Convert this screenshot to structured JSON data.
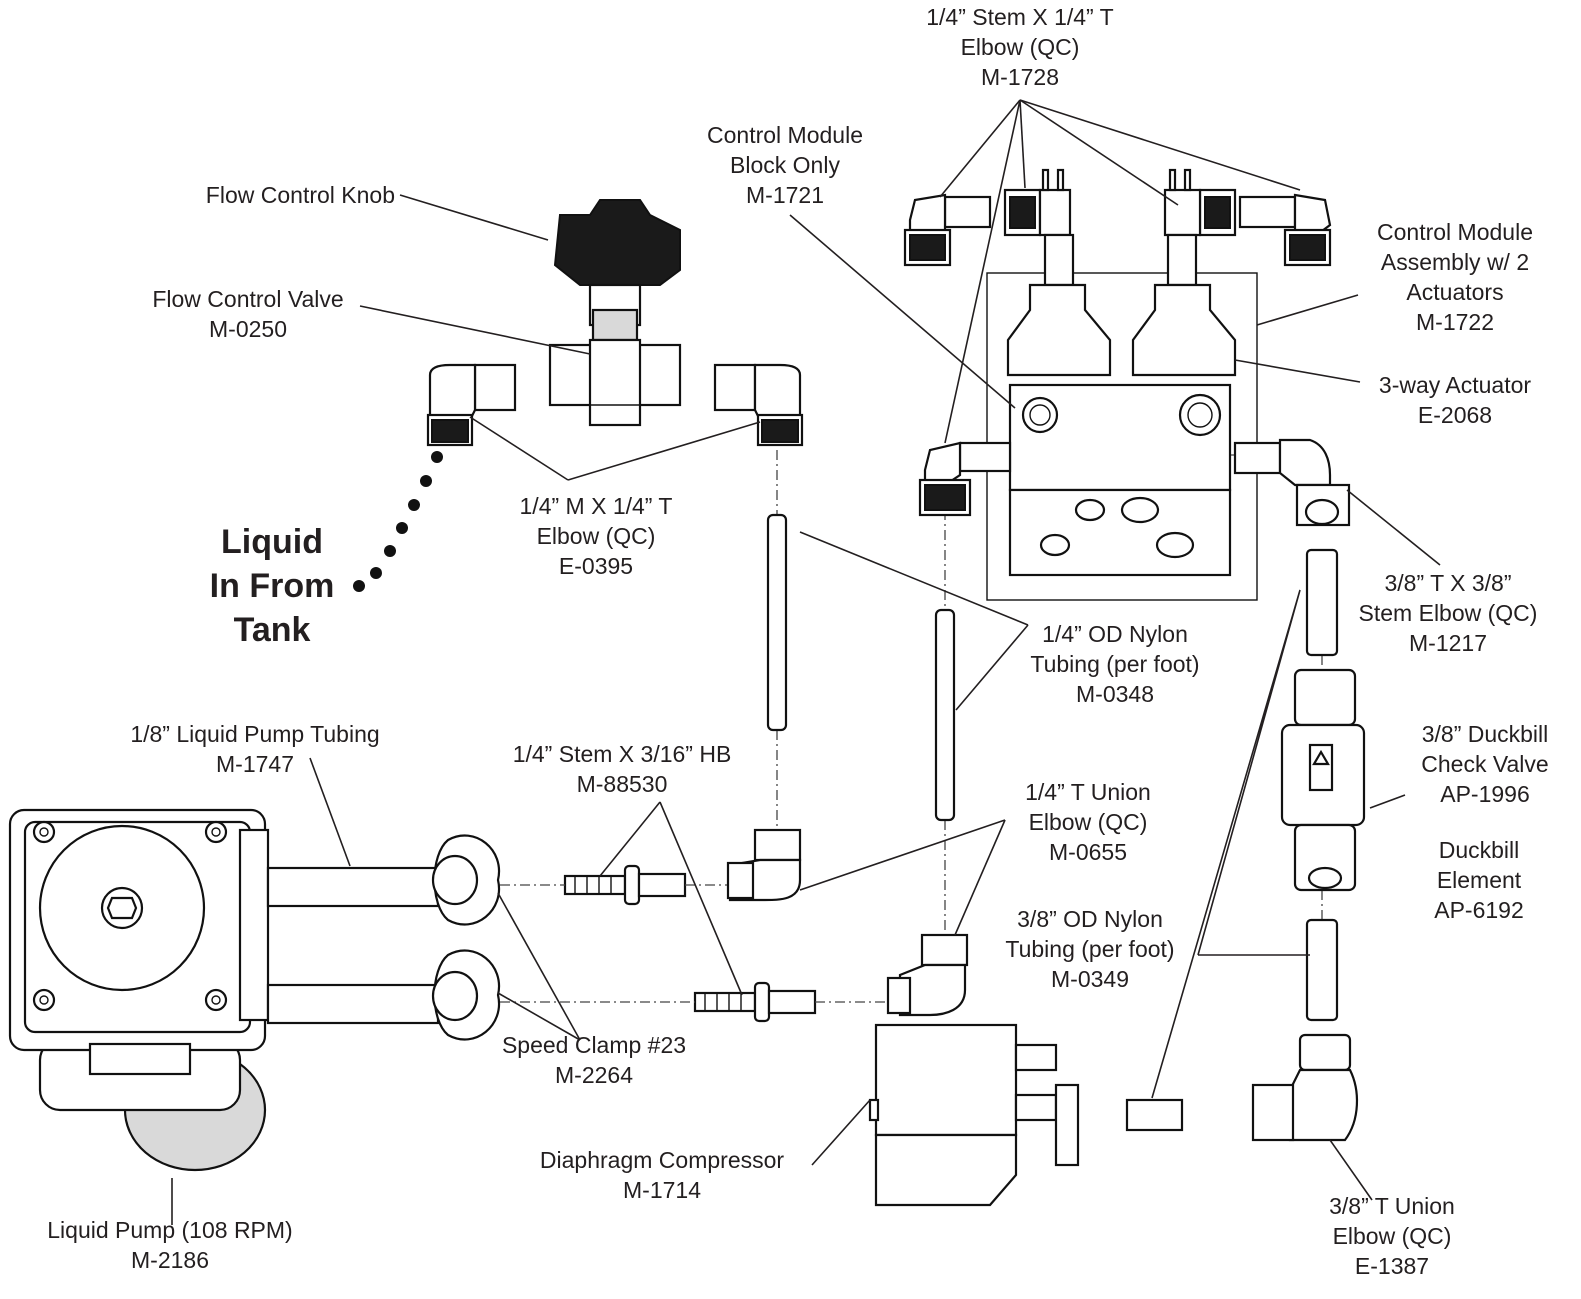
{
  "callouts": {
    "liquid_in": [
      "Liquid",
      "In From",
      "Tank"
    ],
    "stem_elbow_1728": [
      "1/4” Stem X 1/4” T",
      "Elbow (QC)",
      "M-1728"
    ],
    "control_block": [
      "Control Module",
      "Block Only",
      "M-1721"
    ],
    "flow_knob": [
      "Flow Control Knob"
    ],
    "flow_valve": [
      "Flow Control Valve",
      "M-0250"
    ],
    "cm_assembly": [
      "Control Module",
      "Assembly w/ 2",
      "Actuators",
      "M-1722"
    ],
    "actuator": [
      "3-way Actuator",
      "E-2068"
    ],
    "m_t_elbow": [
      "1/4” M X 1/4” T",
      "Elbow (QC)",
      "E-0395"
    ],
    "nylon_quarter": [
      "1/4” OD Nylon",
      "Tubing (per foot)",
      "M-0348"
    ],
    "stem_elbow_38": [
      "3/8” T X 3/8”",
      "Stem Elbow (QC)",
      "M-1217"
    ],
    "pump_tubing": [
      "1/8” Liquid Pump Tubing",
      "M-1747"
    ],
    "stem_hb": [
      "1/4” Stem X 3/16” HB",
      "M-88530"
    ],
    "t_union_quarter": [
      "1/4” T Union",
      "Elbow (QC)",
      "M-0655"
    ],
    "check_valve": [
      "3/8” Duckbill",
      "Check Valve",
      "AP-1996"
    ],
    "duckbill_element": [
      "Duckbill",
      "Element",
      "AP-6192"
    ],
    "nylon_38": [
      "3/8” OD Nylon",
      "Tubing (per foot)",
      "M-0349"
    ],
    "speed_clamp": [
      "Speed Clamp #23",
      "M-2264"
    ],
    "compressor": [
      "Diaphragm Compressor",
      "M-1714"
    ],
    "pump": [
      "Liquid Pump (108 RPM)",
      "M-2186"
    ],
    "t_union_38": [
      "3/8” T Union",
      "Elbow (QC)",
      "E-1387"
    ]
  }
}
